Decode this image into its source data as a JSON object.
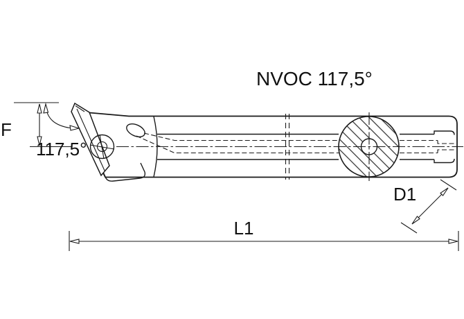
{
  "drawing": {
    "title": "NVOC 117,5°",
    "dimensions": {
      "f": "F",
      "angle": "117,5°",
      "d1": "D1",
      "l1": "L1"
    },
    "colors": {
      "line": "#1a1a1a",
      "background": "#ffffff"
    }
  }
}
